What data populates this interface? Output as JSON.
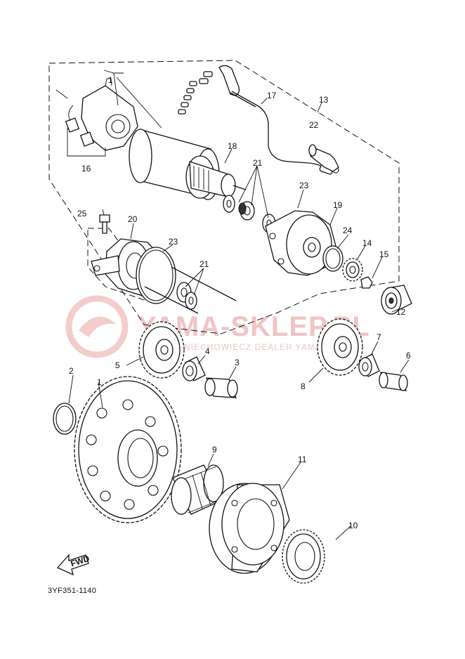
{
  "diagram": {
    "code": "3YF351-1140",
    "fwd_label": "FWD",
    "watermark": {
      "title": "YAMA-SKLEP.PL",
      "subtitle": "NIECHOWIECZ DEALER YAMAHA"
    },
    "callouts": [
      "1",
      "2",
      "3",
      "4",
      "5",
      "6",
      "7",
      "8",
      "9",
      "10",
      "11",
      "12",
      "13",
      "14",
      "15",
      "16",
      "17",
      "18",
      "19",
      "20",
      "21",
      "21",
      "22",
      "23",
      "23",
      "24",
      "25"
    ]
  }
}
